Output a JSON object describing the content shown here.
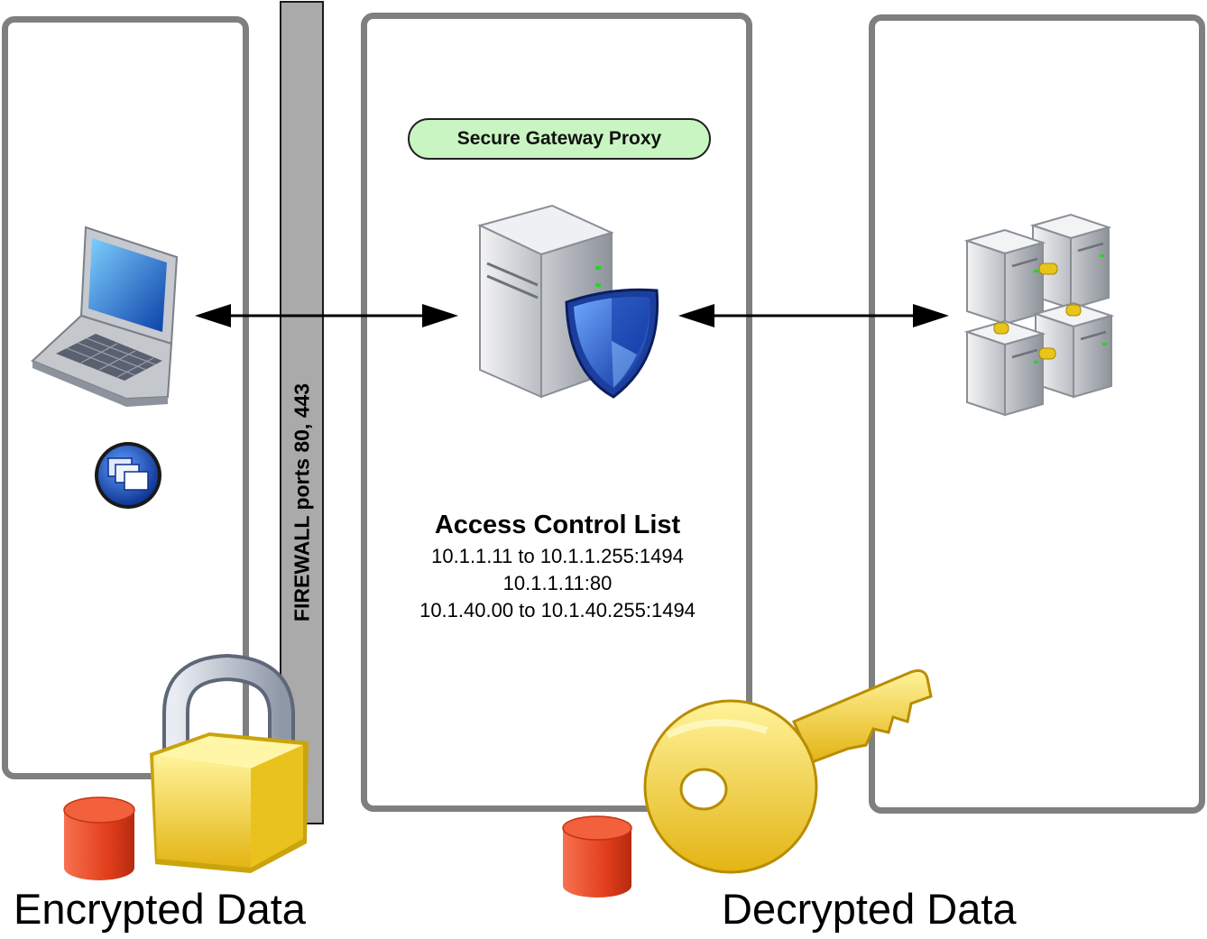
{
  "diagram": {
    "firewall_label": "FIREWALL ports 80, 443",
    "proxy_label": "Secure Gateway Proxy",
    "acl": {
      "title": "Access Control List",
      "entries": [
        "10.1.1.11 to 10.1.1.255:1494",
        "10.1.1.11:80",
        "10.1.40.00 to 10.1.40.255:1494"
      ]
    },
    "captions": {
      "encrypted": "Encrypted Data",
      "decrypted": "Decrypted Data"
    }
  },
  "icons": {
    "client": "laptop-icon",
    "client_app": "citrix-client-icon",
    "gateway": "server-with-shield-icon",
    "backend": "server-cluster-icon",
    "encryption": "padlock-icon",
    "decryption": "key-icon",
    "data": "data-cylinder-icon"
  },
  "colors": {
    "panel_border": "#7f7f7f",
    "firewall": "#aaaaaa",
    "proxy_badge": "#c9f5c2",
    "data_cylinder": "#e8401f",
    "lock_key": "#f2cf2a",
    "shield": "#1f5fd6"
  }
}
